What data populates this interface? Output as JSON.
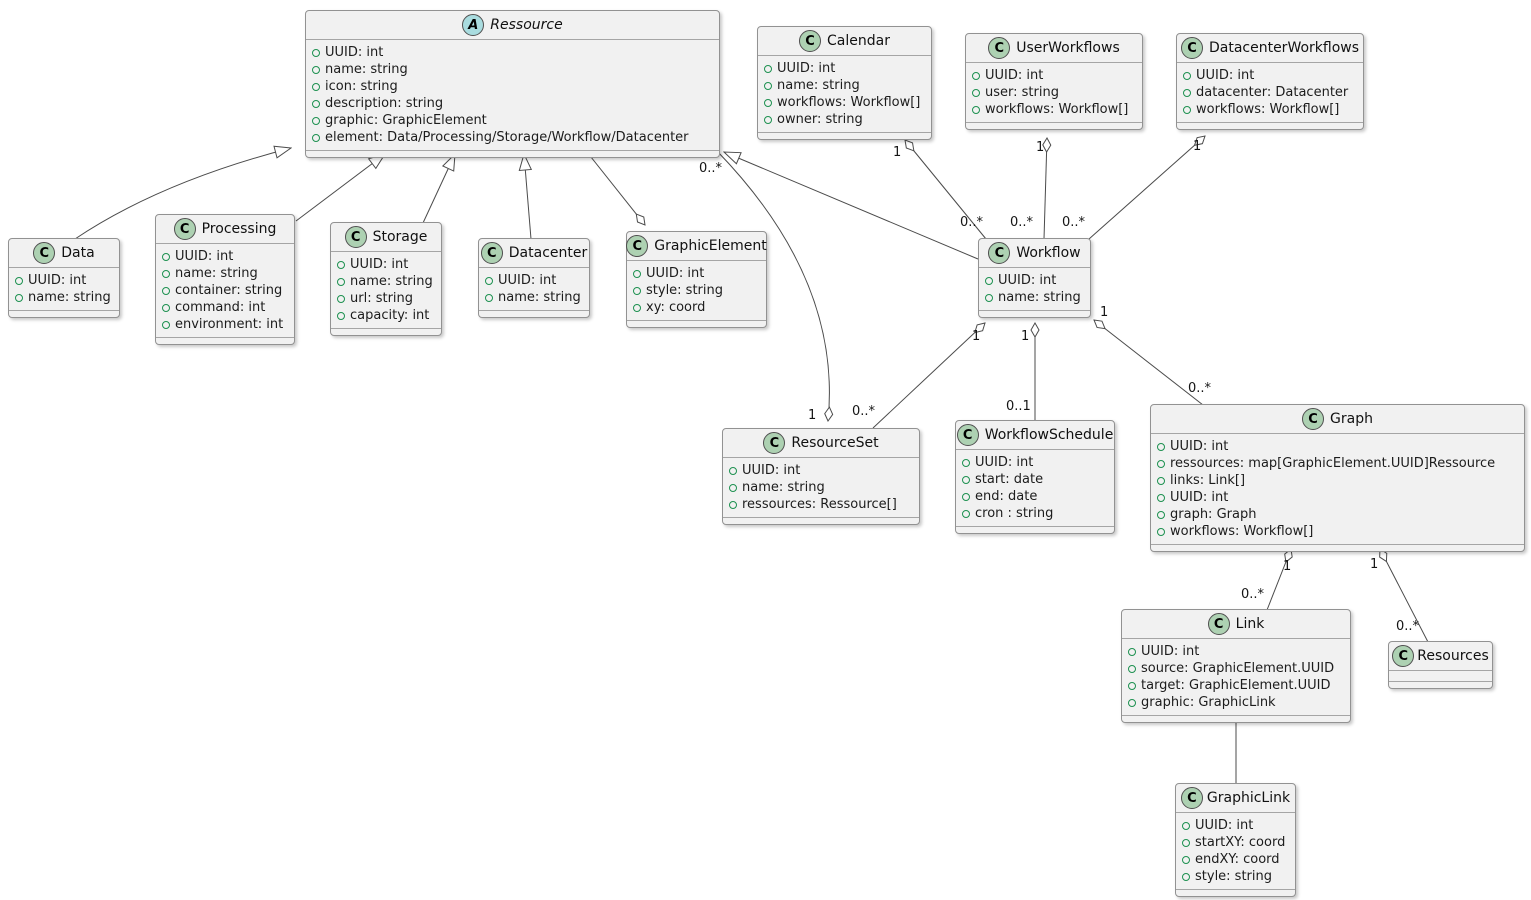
{
  "diagram": {
    "kind": "uml-class-diagram"
  },
  "icons": {
    "class_letter": "C",
    "abstract_letter": "A"
  },
  "colors": {
    "class_icon_bg": "#ADD1B2",
    "abstract_icon_bg": "#A9DCDF",
    "box_bg": "#F1F1F1",
    "box_border": "#929292",
    "edge_line": "#4B4B4B",
    "field_bullet": "#1D9150"
  },
  "classes": {
    "ressource": {
      "name": "Ressource",
      "stereotype": "abstract",
      "attributes": [
        "UUID: int",
        "name: string",
        "icon: string",
        "description: string",
        "graphic: GraphicElement",
        "element: Data/Processing/Storage/Workflow/Datacenter"
      ]
    },
    "calendar": {
      "name": "Calendar",
      "stereotype": "class",
      "attributes": [
        "UUID: int",
        "name: string",
        "workflows: Workflow[]",
        "owner: string"
      ]
    },
    "userworkflows": {
      "name": "UserWorkflows",
      "stereotype": "class",
      "attributes": [
        "UUID: int",
        "user: string",
        "workflows: Workflow[]"
      ]
    },
    "datacenterworkflows": {
      "name": "DatacenterWorkflows",
      "stereotype": "class",
      "attributes": [
        "UUID: int",
        "datacenter: Datacenter",
        "workflows: Workflow[]"
      ]
    },
    "data": {
      "name": "Data",
      "stereotype": "class",
      "attributes": [
        "UUID: int",
        "name: string"
      ]
    },
    "processing": {
      "name": "Processing",
      "stereotype": "class",
      "attributes": [
        "UUID: int",
        "name: string",
        "container: string",
        "command: int",
        "environment: int"
      ]
    },
    "storage": {
      "name": "Storage",
      "stereotype": "class",
      "attributes": [
        "UUID: int",
        "name: string",
        "url: string",
        "capacity: int"
      ]
    },
    "datacenter": {
      "name": "Datacenter",
      "stereotype": "class",
      "attributes": [
        "UUID: int",
        "name: string"
      ]
    },
    "graphicelement": {
      "name": "GraphicElement",
      "stereotype": "class",
      "attributes": [
        "UUID: int",
        "style: string",
        "xy: coord"
      ]
    },
    "workflow": {
      "name": "Workflow",
      "stereotype": "class",
      "attributes": [
        "UUID: int",
        "name: string"
      ]
    },
    "resourceset": {
      "name": "ResourceSet",
      "stereotype": "class",
      "attributes": [
        "UUID: int",
        "name: string",
        "ressources: Ressource[]"
      ]
    },
    "workflowschedule": {
      "name": "WorkflowSchedule",
      "stereotype": "class",
      "attributes": [
        "UUID: int",
        "start: date",
        "end: date",
        "cron : string"
      ]
    },
    "graph": {
      "name": "Graph",
      "stereotype": "class",
      "attributes": [
        "UUID: int",
        "ressources: map[GraphicElement.UUID]Ressource",
        "links: Link[]",
        "UUID: int",
        "graph: Graph",
        "workflows: Workflow[]"
      ]
    },
    "link": {
      "name": "Link",
      "stereotype": "class",
      "attributes": [
        "UUID: int",
        "source: GraphicElement.UUID",
        "target: GraphicElement.UUID",
        "graphic: GraphicLink"
      ]
    },
    "resources": {
      "name": "Resources",
      "stereotype": "class",
      "attributes": []
    },
    "graphiclink": {
      "name": "GraphicLink",
      "stereotype": "class",
      "attributes": [
        "UUID: int",
        "startXY: coord",
        "endXY: coord",
        "style: string"
      ]
    }
  },
  "generalizations": [
    {
      "from": "Data",
      "to": "Ressource"
    },
    {
      "from": "Processing",
      "to": "Ressource"
    },
    {
      "from": "Storage",
      "to": "Ressource"
    },
    {
      "from": "Datacenter",
      "to": "Ressource"
    },
    {
      "from": "Workflow",
      "to": "Ressource"
    }
  ],
  "associations": [
    {
      "from": "Ressource",
      "to": "GraphicElement",
      "type": "aggregation",
      "diamond_at": "GraphicElement"
    },
    {
      "from": "Link",
      "to": "GraphicLink",
      "type": "association"
    }
  ],
  "relations": {
    "calendar_workflow": {
      "source": "Calendar",
      "target": "Workflow",
      "type": "aggregation",
      "source_mult": "1",
      "target_mult": "0..*"
    },
    "userworkflows_workflow": {
      "source": "UserWorkflows",
      "target": "Workflow",
      "type": "aggregation",
      "source_mult": "1",
      "target_mult": "0..*"
    },
    "datacenterworkflows_workflow": {
      "source": "DatacenterWorkflows",
      "target": "Workflow",
      "type": "aggregation",
      "source_mult": "1",
      "target_mult": "0..*"
    },
    "resourceset_ressource": {
      "source": "ResourceSet",
      "target": "Ressource",
      "type": "aggregation",
      "source_mult": "1",
      "target_mult": "0..*"
    },
    "workflow_resourceset": {
      "source": "Workflow",
      "target": "ResourceSet",
      "type": "aggregation",
      "source_mult": "1",
      "target_mult": "0..*"
    },
    "workflow_workflowschedule": {
      "source": "Workflow",
      "target": "WorkflowSchedule",
      "type": "aggregation",
      "source_mult": "1",
      "target_mult": "0..1"
    },
    "workflow_graph": {
      "source": "Workflow",
      "target": "Graph",
      "type": "aggregation",
      "source_mult": "1",
      "target_mult": "0..*"
    },
    "graph_link": {
      "source": "Graph",
      "target": "Link",
      "type": "aggregation",
      "source_mult": "1",
      "target_mult": "0..*"
    },
    "graph_resources": {
      "source": "Graph",
      "target": "Resources",
      "type": "aggregation",
      "source_mult": "1",
      "target_mult": "0..*"
    }
  }
}
